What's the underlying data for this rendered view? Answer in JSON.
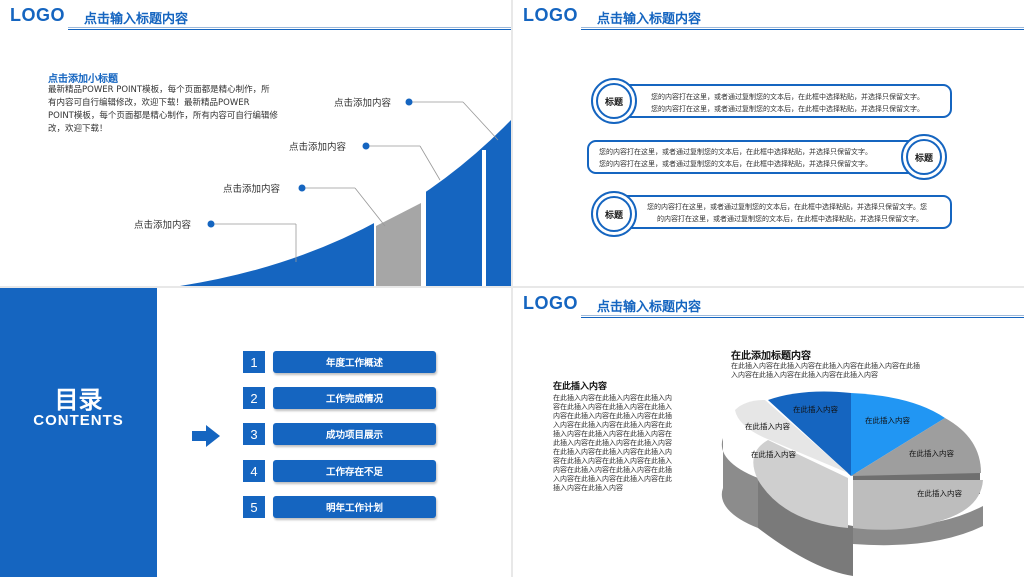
{
  "header": {
    "logo": "LOGO",
    "title": "点击输入标题内容"
  },
  "slide1": {
    "subtitle": "点击添加小标题",
    "body": "最新精品POWER POINT模板，每个页面都是精心制作，所有内容可自行编辑修改，欢迎下载！最新精品POWER POINT模板，每个页面都是精心制作，所有内容可自行编辑修改，欢迎下载！",
    "callouts": [
      "点击添加内容",
      "点击添加内容",
      "点击添加内容",
      "点击添加内容"
    ]
  },
  "slide2": {
    "rows": [
      {
        "label": "标题",
        "lines": [
          "您的内容打在这里，或者通过复制您的文本后，在此框中选择粘贴，并选择只保留文字。",
          "您的内容打在这里，或者通过复制您的文本后，在此框中选择粘贴，并选择只保留文字。"
        ]
      },
      {
        "label": "标题",
        "lines": [
          "您的内容打在这里，或者通过复制您的文本后，在此框中选择粘贴，并选择只保留文字。",
          "您的内容打在这里，或者通过复制您的文本后，在此框中选择粘贴，并选择只保留文字。"
        ]
      },
      {
        "label": "标题",
        "lines": [
          "您的内容打在这里，或者通过复制您的文本后，在此框中选择粘贴，并选择只保留文字。您",
          "的内容打在这里，或者通过复制您的文本后，在此框中选择粘贴，并选择只保留文字。"
        ]
      }
    ]
  },
  "slide3": {
    "title_cn": "目录",
    "title_en": "CONTENTS",
    "items": [
      {
        "num": "1",
        "label": "年度工作概述"
      },
      {
        "num": "2",
        "label": "工作完成情况"
      },
      {
        "num": "3",
        "label": "成功项目展示"
      },
      {
        "num": "4",
        "label": "工作存在不足"
      },
      {
        "num": "5",
        "label": "明年工作计划"
      }
    ]
  },
  "slide4": {
    "title": "在此添加标题内容",
    "subtitle": "在此插入内容在此插入内容在此插入内容在此插入内容在此插入内容在此插入内容在此插入内容在此插入内容",
    "left_title": "在此插入内容",
    "left_body": "在此插入内容在此插入内容在此插入内容在此插入内容在此插入内容在此插入内容在此插入内容在此插入内容在此插入内容在此插入内容在此插入内容在此插入内容在此插入内容在此插入内容在此插入内容在此插入内容在此插入内容在此插入内容在此插入内容在此插入内容在此插入内容在此插入内容在此插入内容在此插入内容在此插入内容在此插入内容在此插入内容在此插入内容在此插入内容在此插入内容",
    "pie_labels": [
      "在此插入内容",
      "在此插入内容",
      "在此插入内容",
      "在此插入内容",
      "在此插入内容",
      "在此插入内容"
    ]
  },
  "colors": {
    "accent": "#1565c0",
    "light_blue": "#2196f3",
    "grey": "#a6a6a6"
  }
}
